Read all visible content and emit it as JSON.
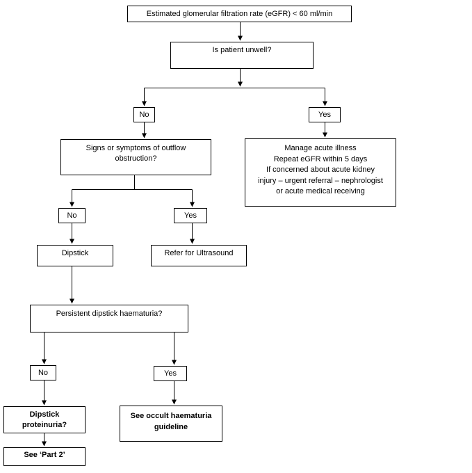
{
  "colors": {
    "background": "#ffffff",
    "box_border": "#000000",
    "text": "#000000",
    "connector": "#000000"
  },
  "nodes": {
    "egfr": {
      "text": "Estimated glomerular filtration rate (eGFR) < 60 ml/min"
    },
    "unwell": {
      "text": "Is patient unwell?"
    },
    "unwell_no": {
      "text": "No"
    },
    "unwell_yes": {
      "text": "Yes"
    },
    "signs": {
      "lines": [
        "Signs or symptoms of outflow",
        "obstruction?"
      ]
    },
    "manage": {
      "lines": [
        "Manage acute illness",
        "Repeat eGFR within 5 days",
        "If concerned about acute kidney",
        "injury – urgent referral – nephrologist",
        "or acute medical receiving"
      ]
    },
    "signs_no": {
      "text": "No"
    },
    "signs_yes": {
      "text": "Yes"
    },
    "dipstick": {
      "text": "Dipstick"
    },
    "ultrasound": {
      "text": "Refer for Ultrasound"
    },
    "haematuria": {
      "text": "Persistent dipstick haematuria?"
    },
    "haematuria_no": {
      "text": "No"
    },
    "haematuria_yes": {
      "text": "Yes"
    },
    "proteinuria": {
      "lines": [
        "Dipstick",
        "proteinuria?"
      ]
    },
    "part2": {
      "text": "See ‘Part 2’"
    },
    "occult": {
      "lines": [
        "See occult haematuria",
        "guideline"
      ]
    }
  }
}
